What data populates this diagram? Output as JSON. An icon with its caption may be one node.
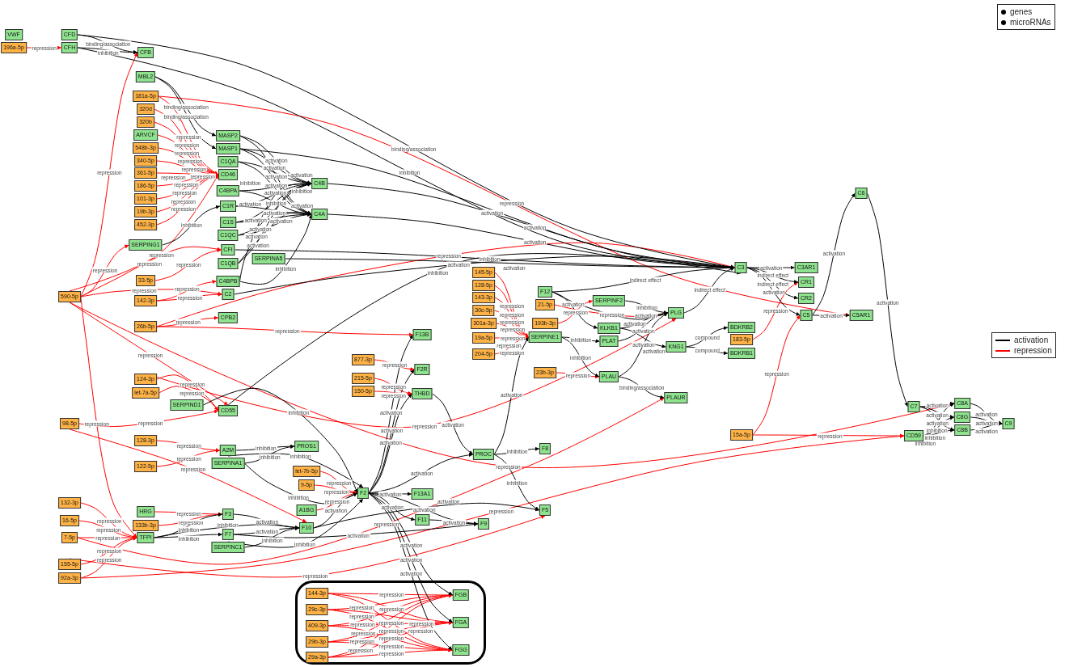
{
  "diagram": {
    "nodes": [
      {
        "text": [
          "VWF"
        ]
      },
      {
        "text": [
          "196a-5p"
        ]
      },
      {
        "text": [
          "CFD"
        ]
      },
      {
        "text": [
          "CFH"
        ]
      },
      {
        "text": [
          "CFB"
        ]
      },
      {
        "text": [
          "MBL2"
        ]
      },
      {
        "text": [
          "181a-5p"
        ]
      },
      {
        "text": [
          "320d"
        ]
      },
      {
        "text": [
          "320b"
        ]
      },
      {
        "text": [
          "ARVCF"
        ]
      },
      {
        "text": [
          "548b-3p"
        ]
      },
      {
        "text": [
          "340-5p"
        ]
      },
      {
        "text": [
          "361-5p"
        ]
      },
      {
        "text": [
          "186-5p"
        ]
      },
      {
        "text": [
          "101-3p"
        ]
      },
      {
        "text": [
          "19b-3p"
        ]
      },
      {
        "text": [
          "452-3p"
        ]
      },
      {
        "text": [
          "SERPING1"
        ]
      },
      {
        "text": [
          "33-5p"
        ]
      },
      {
        "text": [
          "142-3p"
        ]
      },
      {
        "text": [
          "26b-5p"
        ]
      },
      {
        "text": [
          "590-5p"
        ]
      },
      {
        "text": [
          "MASP2"
        ]
      },
      {
        "text": [
          "MASP1"
        ]
      },
      {
        "text": [
          "C1QA"
        ]
      },
      {
        "text": [
          "CD46"
        ]
      },
      {
        "text": [
          "C4BPA"
        ]
      },
      {
        "text": [
          "C1R"
        ]
      },
      {
        "text": [
          "C1S"
        ]
      },
      {
        "text": [
          "C1QC"
        ]
      },
      {
        "text": [
          "CFI"
        ]
      },
      {
        "text": [
          "C1QB"
        ]
      },
      {
        "text": [
          "C4BPB"
        ]
      },
      {
        "text": [
          "C2"
        ]
      },
      {
        "text": [
          "CPB2"
        ]
      },
      {
        "text": [
          "SERPINA5"
        ]
      },
      {
        "text": [
          "C4B"
        ]
      },
      {
        "text": [
          "C4A"
        ]
      },
      {
        "text": [
          "124-3p"
        ]
      },
      {
        "text": [
          "let-7a-5p"
        ]
      },
      {
        "text": [
          "SERPIND1"
        ]
      },
      {
        "text": [
          "CD55"
        ]
      },
      {
        "text": [
          "98-5p"
        ]
      },
      {
        "text": [
          "128-3p"
        ]
      },
      {
        "text": [
          "122-5p"
        ]
      },
      {
        "text": [
          "A2M"
        ]
      },
      {
        "text": [
          "SERPINA1"
        ]
      },
      {
        "text": [
          "PROS1"
        ]
      },
      {
        "text": [
          "let-7b-5p"
        ]
      },
      {
        "text": [
          "9-5p"
        ]
      },
      {
        "text": [
          "132-3p"
        ]
      },
      {
        "text": [
          "16-5p"
        ]
      },
      {
        "text": [
          "7-5p"
        ]
      },
      {
        "text": [
          "155-5p"
        ]
      },
      {
        "text": [
          "92a-3p"
        ]
      },
      {
        "text": [
          "HRG"
        ]
      },
      {
        "text": [
          "133b-3p"
        ]
      },
      {
        "text": [
          "TFPI"
        ]
      },
      {
        "text": [
          "F3"
        ]
      },
      {
        "text": [
          "F7"
        ]
      },
      {
        "text": [
          "SERPINC1"
        ]
      },
      {
        "text": [
          "A1BG"
        ]
      },
      {
        "text": [
          "F10"
        ]
      },
      {
        "text": [
          "F2"
        ]
      },
      {
        "text": [
          "F13A1"
        ]
      },
      {
        "text": [
          "F11"
        ]
      },
      {
        "text": [
          "F9"
        ]
      },
      {
        "text": [
          "F5"
        ]
      },
      {
        "text": [
          "PROC"
        ]
      },
      {
        "text": [
          "F8"
        ]
      },
      {
        "text": [
          "F13B"
        ]
      },
      {
        "text": [
          "877-3p"
        ]
      },
      {
        "text": [
          "F2R"
        ]
      },
      {
        "text": [
          "215-5p"
        ]
      },
      {
        "text": [
          "150-5p"
        ]
      },
      {
        "text": [
          "THBD"
        ]
      },
      {
        "text": [
          "145-5p"
        ]
      },
      {
        "text": [
          "128-5p"
        ]
      },
      {
        "text": [
          "143-3p"
        ]
      },
      {
        "text": [
          "30c-5p"
        ]
      },
      {
        "text": [
          "301a-3p"
        ]
      },
      {
        "text": [
          "19a-5p"
        ]
      },
      {
        "text": [
          "204-5p"
        ]
      },
      {
        "text": [
          "F12"
        ]
      },
      {
        "text": [
          "21-5p"
        ]
      },
      {
        "text": [
          "193b-3p"
        ]
      },
      {
        "text": [
          "SERPINE1"
        ]
      },
      {
        "text": [
          "23b-3p"
        ]
      },
      {
        "text": [
          "SERPINF2"
        ]
      },
      {
        "text": [
          "KLKB1"
        ]
      },
      {
        "text": [
          "PLAT"
        ]
      },
      {
        "text": [
          "PLAU"
        ]
      },
      {
        "text": [
          "PLG"
        ]
      },
      {
        "text": [
          "KNG1"
        ]
      },
      {
        "text": [
          "PLAUR"
        ]
      },
      {
        "text": [
          "BDKRB2"
        ]
      },
      {
        "text": [
          "183-5p"
        ]
      },
      {
        "text": [
          "BDKRB1"
        ]
      },
      {
        "text": [
          "C3"
        ]
      },
      {
        "text": [
          "C3AR1"
        ]
      },
      {
        "text": [
          "CR1"
        ]
      },
      {
        "text": [
          "CR2"
        ]
      },
      {
        "text": [
          "C5"
        ]
      },
      {
        "text": [
          "C5AR1"
        ]
      },
      {
        "text": [
          "C6"
        ]
      },
      {
        "text": [
          "C7"
        ]
      },
      {
        "text": [
          "C8A"
        ]
      },
      {
        "text": [
          "C8G"
        ]
      },
      {
        "text": [
          "C8B"
        ]
      },
      {
        "text": [
          "C9"
        ]
      },
      {
        "text": [
          "CD59"
        ]
      },
      {
        "text": [
          "15a-5p"
        ]
      },
      {
        "text": [],
        "shape": "box"
      },
      {
        "text": [
          "144-3p"
        ],
        "in": 112
      },
      {
        "text": [
          "29c-3p"
        ],
        "in": 112
      },
      {
        "text": [
          "409-3p"
        ],
        "in": 112
      },
      {
        "text": [
          "29b-3p"
        ],
        "in": 112
      },
      {
        "text": [
          "29a-3p"
        ],
        "in": 112
      },
      {
        "text": [
          "FGB"
        ],
        "in": 112
      },
      {
        "text": [
          "FGA"
        ],
        "in": 112
      },
      {
        "text": [
          "FGG"
        ],
        "in": 112
      }
    ],
    "edges": [
      {
        "from": 1,
        "to": 3,
        "arrow": "to",
        "label": "repression",
        "color": "#ff0000"
      },
      {
        "from": 21,
        "to": 4,
        "arrow": "to",
        "label": "repression",
        "color": "#ff0000"
      },
      {
        "from": 21,
        "to": 17,
        "arrow": "to",
        "label": "repression",
        "color": "#ff0000"
      },
      {
        "from": 21,
        "to": 25,
        "arrow": "to",
        "label": "repression",
        "color": "#ff0000"
      },
      {
        "from": 21,
        "to": 30,
        "arrow": "to",
        "label": "repression",
        "color": "#ff0000"
      },
      {
        "from": 21,
        "to": 33,
        "arrow": "to",
        "label": "repression",
        "color": "#ff0000"
      },
      {
        "from": 21,
        "to": 41,
        "arrow": "to",
        "label": "repression",
        "color": "#ff0000"
      },
      {
        "from": 21,
        "to": 57,
        "arrow": "to",
        "label": "repression",
        "color": "#ff0000"
      },
      {
        "from": 21,
        "to": 106,
        "arrow": "to",
        "label": "repression",
        "color": "#ff0000"
      },
      {
        "from": 6,
        "to": 25,
        "arrow": "to",
        "label": "repression",
        "color": "#ff0000"
      },
      {
        "from": 7,
        "to": 25,
        "arrow": "to",
        "label": "repression",
        "color": "#ff0000"
      },
      {
        "from": 8,
        "to": 25,
        "arrow": "to",
        "label": "repression",
        "color": "#ff0000"
      },
      {
        "from": 9,
        "to": 25,
        "arrow": "to",
        "label": "repression",
        "color": "#ff0000"
      },
      {
        "from": 10,
        "to": 25,
        "arrow": "to",
        "label": "repression",
        "color": "#ff0000"
      },
      {
        "from": 11,
        "to": 25,
        "arrow": "to",
        "label": "repression",
        "color": "#ff0000"
      },
      {
        "from": 12,
        "to": 25,
        "arrow": "to",
        "label": "repression",
        "color": "#ff0000"
      },
      {
        "from": 13,
        "to": 25,
        "arrow": "to",
        "label": "repression",
        "color": "#ff0000"
      },
      {
        "from": 14,
        "to": 25,
        "arrow": "to",
        "label": "repression",
        "color": "#ff0000"
      },
      {
        "from": 15,
        "to": 25,
        "arrow": "to",
        "label": "repression",
        "color": "#ff0000"
      },
      {
        "from": 16,
        "to": 25,
        "arrow": "to",
        "label": "repression",
        "color": "#ff0000"
      },
      {
        "from": 6,
        "to": 103,
        "arrow": "to",
        "label": "repression",
        "color": "#ff0000"
      },
      {
        "from": 18,
        "to": 30,
        "arrow": "to",
        "label": "repression",
        "color": "#ff0000"
      },
      {
        "from": 19,
        "to": 33,
        "arrow": "to",
        "label": "repression",
        "color": "#ff0000"
      },
      {
        "from": 19,
        "to": 32,
        "arrow": "to",
        "label": "repression",
        "color": "#ff0000"
      },
      {
        "from": 20,
        "to": 34,
        "arrow": "to",
        "label": "repression",
        "color": "#ff0000"
      },
      {
        "from": 20,
        "to": 70,
        "arrow": "to",
        "label": "repression",
        "color": "#ff0000"
      },
      {
        "from": 20,
        "to": 98,
        "arrow": "to",
        "label": "repression",
        "color": "#ff0000"
      },
      {
        "from": 38,
        "to": 41,
        "arrow": "to",
        "label": "repression",
        "color": "#ff0000"
      },
      {
        "from": 38,
        "to": 92,
        "arrow": "to",
        "label": "repression",
        "color": "#ff0000"
      },
      {
        "from": 39,
        "to": 41,
        "arrow": "to",
        "label": "repression",
        "color": "#ff0000"
      },
      {
        "from": 42,
        "to": 41,
        "arrow": "to",
        "label": "repression",
        "color": "#ff0000"
      },
      {
        "from": 42,
        "to": 62,
        "arrow": "to",
        "label": "repression",
        "color": "#ff0000"
      },
      {
        "from": 43,
        "to": 45,
        "arrow": "to",
        "label": "repression",
        "color": "#ff0000"
      },
      {
        "from": 44,
        "to": 45,
        "arrow": "to",
        "label": "repression",
        "color": "#ff0000"
      },
      {
        "from": 48,
        "to": 63,
        "arrow": "to",
        "label": "repression",
        "color": "#ff0000"
      },
      {
        "from": 49,
        "to": 63,
        "arrow": "to",
        "label": "repression",
        "color": "#ff0000"
      },
      {
        "from": 61,
        "to": 63,
        "arrow": "to",
        "label": "repression",
        "color": "#ff0000"
      },
      {
        "from": 50,
        "to": 57,
        "arrow": "to",
        "label": "repression",
        "color": "#ff0000"
      },
      {
        "from": 51,
        "to": 57,
        "arrow": "to",
        "label": "repression",
        "color": "#ff0000"
      },
      {
        "from": 52,
        "to": 57,
        "arrow": "to",
        "label": "repression",
        "color": "#ff0000"
      },
      {
        "from": 53,
        "to": 57,
        "arrow": "to",
        "label": "repression",
        "color": "#ff0000"
      },
      {
        "from": 54,
        "to": 57,
        "arrow": "to",
        "label": "repression",
        "color": "#ff0000"
      },
      {
        "from": 55,
        "to": 58,
        "arrow": "to",
        "label": "repression",
        "color": "#ff0000"
      },
      {
        "from": 56,
        "to": 58,
        "arrow": "to",
        "label": "repression",
        "color": "#ff0000"
      },
      {
        "from": 53,
        "to": 67,
        "arrow": "to",
        "label": "repression",
        "color": "#ff0000"
      },
      {
        "from": 52,
        "to": 94,
        "arrow": "to",
        "label": "repression",
        "color": "#ff0000"
      },
      {
        "from": 54,
        "to": 110,
        "arrow": "to",
        "label": "repression",
        "color": "#ff0000"
      },
      {
        "from": 71,
        "to": 72,
        "arrow": "to",
        "label": "repression",
        "color": "#ff0000"
      },
      {
        "from": 73,
        "to": 75,
        "arrow": "to",
        "label": "repression",
        "color": "#ff0000"
      },
      {
        "from": 74,
        "to": 75,
        "arrow": "to",
        "label": "repression",
        "color": "#ff0000"
      },
      {
        "from": 76,
        "to": 86,
        "arrow": "to",
        "label": "repression",
        "color": "#ff0000"
      },
      {
        "from": 77,
        "to": 86,
        "arrow": "to",
        "label": "repression",
        "color": "#ff0000"
      },
      {
        "from": 78,
        "to": 86,
        "arrow": "to",
        "label": "repression",
        "color": "#ff0000"
      },
      {
        "from": 79,
        "to": 86,
        "arrow": "to",
        "label": "repression",
        "color": "#ff0000"
      },
      {
        "from": 80,
        "to": 86,
        "arrow": "to",
        "label": "repression",
        "color": "#ff0000"
      },
      {
        "from": 81,
        "to": 86,
        "arrow": "to",
        "label": "repression",
        "color": "#ff0000"
      },
      {
        "from": 82,
        "to": 86,
        "arrow": "to",
        "label": "repression",
        "color": "#ff0000"
      },
      {
        "from": 84,
        "to": 92,
        "arrow": "to",
        "label": "repression",
        "color": "#ff0000"
      },
      {
        "from": 85,
        "to": 88,
        "arrow": "to",
        "label": "repression",
        "color": "#ff0000"
      },
      {
        "from": 87,
        "to": 91,
        "arrow": "to",
        "label": "repression",
        "color": "#ff0000"
      },
      {
        "from": 111,
        "to": 110,
        "arrow": "to",
        "label": "repression",
        "color": "#ff0000"
      },
      {
        "from": 96,
        "to": 100,
        "arrow": "to",
        "label": "repression",
        "color": "#ff0000"
      },
      {
        "from": 111,
        "to": 102,
        "arrow": "to",
        "label": "repression",
        "color": "#ff0000"
      },
      {
        "from": 113,
        "to": 118,
        "arrow": "to",
        "label": "repression",
        "color": "#ff0000"
      },
      {
        "from": 113,
        "to": 119,
        "arrow": "to",
        "label": "repression",
        "color": "#ff0000"
      },
      {
        "from": 113,
        "to": 120,
        "arrow": "to",
        "label": "repression",
        "color": "#ff0000"
      },
      {
        "from": 114,
        "to": 118,
        "arrow": "to",
        "label": "repression",
        "color": "#ff0000"
      },
      {
        "from": 114,
        "to": 119,
        "arrow": "to",
        "label": "repression",
        "color": "#ff0000"
      },
      {
        "from": 114,
        "to": 120,
        "arrow": "to",
        "label": "repression",
        "color": "#ff0000"
      },
      {
        "from": 115,
        "to": 118,
        "arrow": "to",
        "label": "repression",
        "color": "#ff0000"
      },
      {
        "from": 115,
        "to": 119,
        "arrow": "to",
        "label": "repression",
        "color": "#ff0000"
      },
      {
        "from": 115,
        "to": 120,
        "arrow": "to",
        "label": "repression",
        "color": "#ff0000"
      },
      {
        "from": 116,
        "to": 118,
        "arrow": "to",
        "label": "repression",
        "color": "#ff0000"
      },
      {
        "from": 116,
        "to": 119,
        "arrow": "to",
        "label": "repression",
        "color": "#ff0000"
      },
      {
        "from": 116,
        "to": 120,
        "arrow": "to",
        "label": "repression",
        "color": "#ff0000"
      },
      {
        "from": 117,
        "to": 118,
        "arrow": "to",
        "label": "repression",
        "color": "#ff0000"
      },
      {
        "from": 117,
        "to": 119,
        "arrow": "to",
        "label": "repression",
        "color": "#ff0000"
      },
      {
        "from": 117,
        "to": 120,
        "arrow": "to",
        "label": "repression",
        "color": "#ff0000"
      },
      {
        "from": 2,
        "to": 4,
        "arrow": "to",
        "label": "binding/association"
      },
      {
        "from": 3,
        "to": 4,
        "arrow": "to",
        "label": "inhibition"
      },
      {
        "from": 2,
        "to": 98,
        "arrow": "to",
        "label": "binding/association"
      },
      {
        "from": 3,
        "to": 98,
        "arrow": "to",
        "label": "inhibition"
      },
      {
        "from": 5,
        "to": 22,
        "arrow": "to",
        "label": "binding/association"
      },
      {
        "from": 5,
        "to": 23,
        "arrow": "to",
        "label": "binding/association"
      },
      {
        "from": 22,
        "to": 36,
        "arrow": "to",
        "label": "activation"
      },
      {
        "from": 22,
        "to": 37,
        "arrow": "to",
        "label": "activation"
      },
      {
        "from": 23,
        "to": 36,
        "arrow": "to",
        "label": "activation"
      },
      {
        "from": 23,
        "to": 37,
        "arrow": "to",
        "label": "activation"
      },
      {
        "from": 24,
        "to": 36,
        "arrow": "to",
        "label": "activation"
      },
      {
        "from": 24,
        "to": 37,
        "arrow": "to",
        "label": "activation"
      },
      {
        "from": 26,
        "to": 36,
        "arrow": "to",
        "label": "inhibition"
      },
      {
        "from": 26,
        "to": 37,
        "arrow": "to",
        "label": "inhibition"
      },
      {
        "from": 27,
        "to": 36,
        "arrow": "to",
        "label": "activation"
      },
      {
        "from": 27,
        "to": 37,
        "arrow": "to",
        "label": "activation"
      },
      {
        "from": 28,
        "to": 36,
        "arrow": "to",
        "label": "activation"
      },
      {
        "from": 28,
        "to": 37,
        "arrow": "to",
        "label": "activation"
      },
      {
        "from": 29,
        "to": 36,
        "arrow": "to",
        "label": "activation"
      },
      {
        "from": 29,
        "to": 37,
        "arrow": "to",
        "label": "activation"
      },
      {
        "from": 31,
        "to": 36,
        "arrow": "to",
        "label": "activation"
      },
      {
        "from": 31,
        "to": 37,
        "arrow": "to",
        "label": "activation"
      },
      {
        "from": 32,
        "to": 36,
        "arrow": "to",
        "label": "inhibition"
      },
      {
        "from": 32,
        "to": 37,
        "arrow": "to",
        "label": "inhibition"
      },
      {
        "from": 17,
        "to": 27,
        "arrow": "to",
        "label": "inhibition"
      },
      {
        "from": 23,
        "to": 98,
        "arrow": "to",
        "label": "activation"
      },
      {
        "from": 36,
        "to": 98,
        "arrow": "to",
        "label": "activation"
      },
      {
        "from": 37,
        "to": 98,
        "arrow": "to",
        "label": "activation"
      },
      {
        "from": 30,
        "to": 98,
        "arrow": "to",
        "label": "inhibition"
      },
      {
        "from": 35,
        "to": 98,
        "arrow": "to",
        "label": "activation"
      },
      {
        "from": 33,
        "to": 98,
        "arrow": "to",
        "label": "activation"
      },
      {
        "from": 41,
        "to": 98,
        "arrow": "to",
        "label": "inhibition"
      },
      {
        "from": 83,
        "to": 98,
        "arrow": "to",
        "label": "indirect effect"
      },
      {
        "from": 92,
        "to": 98,
        "arrow": "to",
        "label": "indirect effect"
      },
      {
        "from": 98,
        "to": 99,
        "arrow": "to",
        "label": "activation"
      },
      {
        "from": 98,
        "to": 100,
        "arrow": "to",
        "label": "indirect effect"
      },
      {
        "from": 98,
        "to": 101,
        "arrow": "to",
        "label": "indirect effect"
      },
      {
        "from": 98,
        "to": 102,
        "arrow": "to",
        "label": "activation"
      },
      {
        "from": 102,
        "to": 103,
        "arrow": "to",
        "label": "activation"
      },
      {
        "from": 102,
        "to": 104,
        "arrow": "to",
        "label": "activation"
      },
      {
        "from": 104,
        "to": 105,
        "arrow": "to",
        "label": "activation"
      },
      {
        "from": 105,
        "to": 106,
        "arrow": "to",
        "label": "activation"
      },
      {
        "from": 105,
        "to": 107,
        "arrow": "to",
        "label": "activation"
      },
      {
        "from": 105,
        "to": 108,
        "arrow": "to",
        "label": "activation"
      },
      {
        "from": 110,
        "to": 106,
        "arrow": "to",
        "label": "inhibition"
      },
      {
        "from": 110,
        "to": 107,
        "arrow": "to",
        "label": "inhibition"
      },
      {
        "from": 110,
        "to": 108,
        "arrow": "to",
        "label": "inhibition"
      },
      {
        "from": 106,
        "to": 109,
        "arrow": "to",
        "label": "activation"
      },
      {
        "from": 107,
        "to": 109,
        "arrow": "to",
        "label": "activation"
      },
      {
        "from": 108,
        "to": 109,
        "arrow": "to",
        "label": "activation"
      },
      {
        "from": 83,
        "to": 92,
        "arrow": "to",
        "label": "activation"
      },
      {
        "from": 83,
        "to": 89,
        "arrow": "to",
        "label": "activation"
      },
      {
        "from": 88,
        "to": 92,
        "arrow": "to",
        "label": "inhibition"
      },
      {
        "from": 89,
        "to": 92,
        "arrow": "to",
        "label": "activation"
      },
      {
        "from": 90,
        "to": 92,
        "arrow": "to",
        "label": "activation"
      },
      {
        "from": 91,
        "to": 92,
        "arrow": "to",
        "label": "activation"
      },
      {
        "from": 86,
        "to": 90,
        "arrow": "to",
        "label": "inhibition"
      },
      {
        "from": 86,
        "to": 91,
        "arrow": "to",
        "label": "inhibition"
      },
      {
        "from": 91,
        "to": 94,
        "arrow": "to",
        "label": "binding/association"
      },
      {
        "from": 93,
        "to": 95,
        "arrow": "to",
        "label": "compound"
      },
      {
        "from": 93,
        "to": 97,
        "arrow": "to",
        "label": "compound"
      },
      {
        "from": 89,
        "to": 93,
        "arrow": "to",
        "label": "activation"
      },
      {
        "from": 68,
        "to": 86,
        "arrow": "to",
        "label": "activation"
      },
      {
        "from": 68,
        "to": 69,
        "arrow": "to",
        "label": "inhibition"
      },
      {
        "from": 68,
        "to": 67,
        "arrow": "to",
        "label": "inhibition"
      },
      {
        "from": 63,
        "to": 68,
        "arrow": "to",
        "label": "activation"
      },
      {
        "from": 63,
        "to": 70,
        "arrow": "to",
        "label": "activation"
      },
      {
        "from": 63,
        "to": 72,
        "arrow": "to",
        "label": "activation"
      },
      {
        "from": 63,
        "to": 75,
        "arrow": "to",
        "label": "activation"
      },
      {
        "from": 75,
        "to": 68,
        "arrow": "to",
        "label": "activation"
      },
      {
        "from": 63,
        "to": 64,
        "arrow": "to",
        "label": "activation"
      },
      {
        "from": 63,
        "to": 65,
        "arrow": "to",
        "label": "activation"
      },
      {
        "from": 63,
        "to": 66,
        "arrow": "to",
        "label": "activation"
      },
      {
        "from": 63,
        "to": 118,
        "arrow": "to",
        "label": "activation"
      },
      {
        "from": 63,
        "to": 119,
        "arrow": "to",
        "label": "activation"
      },
      {
        "from": 63,
        "to": 120,
        "arrow": "to",
        "label": "activation"
      },
      {
        "from": 45,
        "to": 47,
        "arrow": "to",
        "label": "inhibition"
      },
      {
        "from": 46,
        "to": 47,
        "arrow": "to",
        "label": "inhibition"
      },
      {
        "from": 45,
        "to": 63,
        "arrow": "to",
        "label": "inhibition"
      },
      {
        "from": 46,
        "to": 63,
        "arrow": "to",
        "label": "inhibition"
      },
      {
        "from": 60,
        "to": 63,
        "arrow": "to",
        "label": "inhibition"
      },
      {
        "from": 62,
        "to": 63,
        "arrow": "to",
        "label": "activation"
      },
      {
        "from": 58,
        "to": 62,
        "arrow": "to",
        "label": "activation"
      },
      {
        "from": 59,
        "to": 62,
        "arrow": "to",
        "label": "activation"
      },
      {
        "from": 57,
        "to": 58,
        "arrow": "to",
        "label": "inhibition"
      },
      {
        "from": 57,
        "to": 59,
        "arrow": "to",
        "label": "inhibition"
      },
      {
        "from": 57,
        "to": 62,
        "arrow": "to",
        "label": "inhibition"
      },
      {
        "from": 65,
        "to": 66,
        "arrow": "to",
        "label": "activation"
      },
      {
        "from": 59,
        "to": 66,
        "arrow": "to",
        "label": "activation"
      },
      {
        "from": 60,
        "to": 62,
        "arrow": "to",
        "label": "inhibition"
      },
      {
        "from": 40,
        "to": 63,
        "arrow": "to",
        "label": "inhibition"
      },
      {
        "from": 62,
        "to": 67,
        "arrow": "to",
        "label": "activation"
      }
    ],
    "legend": [
      {
        "text": "genes"
      },
      {
        "text": "microRNAs"
      },
      {
        "text": "activation"
      },
      {
        "text": "repression"
      }
    ]
  }
}
